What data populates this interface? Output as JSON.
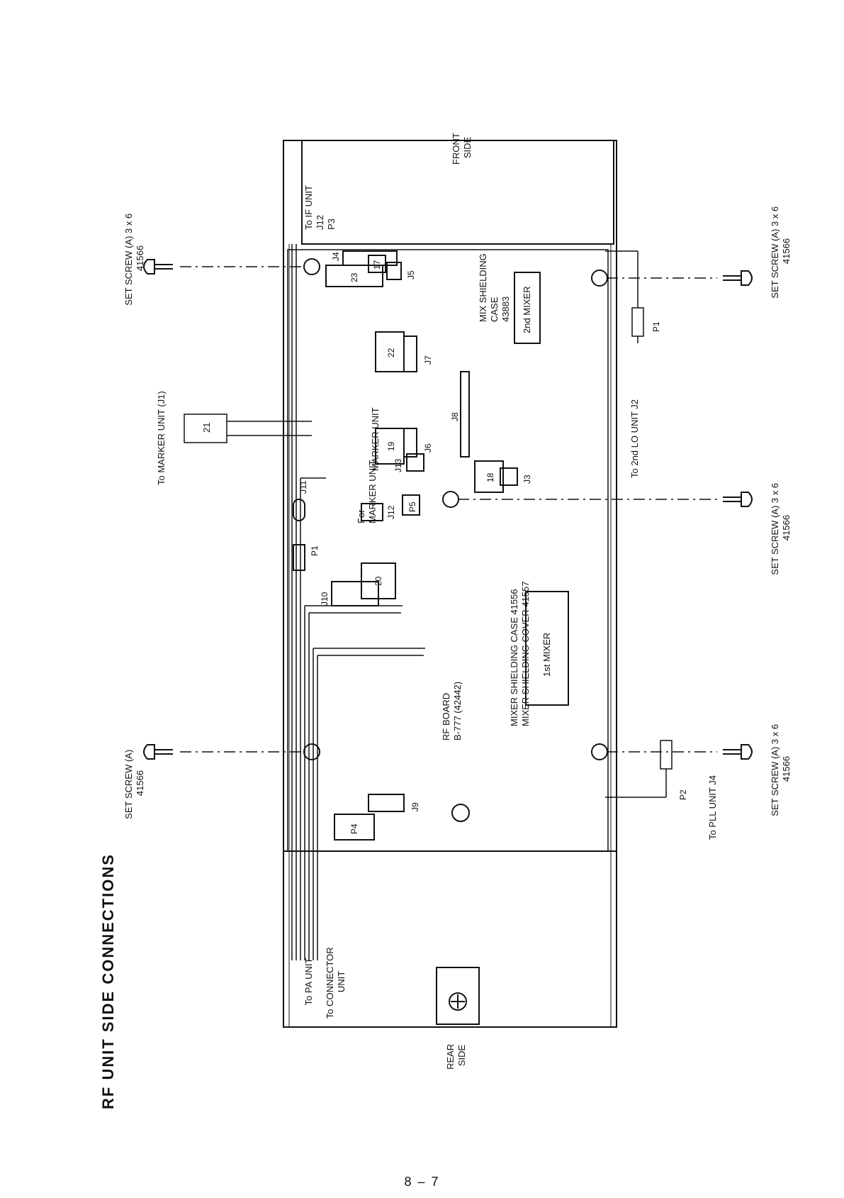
{
  "title": "RF UNIT SIDE CONNECTIONS",
  "page_number": "8 – 7",
  "sides": {
    "front": [
      "FRONT",
      "SIDE"
    ],
    "rear": [
      "REAR",
      "SIDE"
    ]
  },
  "screws": {
    "top_left": [
      "SET SCREW (A) 3 x 6",
      "41566"
    ],
    "bottom_left": [
      "SET SCREW (A)",
      "41566"
    ],
    "top_right": [
      "SET SCREW (A) 3 x 6",
      "41566"
    ],
    "mid_right": [
      "SET SCREW (A) 3 x 6",
      "41566"
    ],
    "bottom_right": [
      "SET SCREW (A) 3 x 6",
      "41566"
    ]
  },
  "labels": {
    "to_if_unit": [
      "To IF UNIT",
      "J12",
      "P3"
    ],
    "to_marker_unit_j1": "To MARKER UNIT (J1)",
    "marker_unit": "MARKER UNIT",
    "for_marker_unit": [
      "For",
      "MARKER UNIT"
    ],
    "to_2nd_lo": "To 2nd LO UNIT J2",
    "to_pll": "To PLL UNIT J4",
    "to_pa": "To PA UNIT",
    "to_connector": [
      "To CONNECTOR",
      "UNIT"
    ],
    "mix_shielding_case": [
      "MIX SHIELDING",
      "CASE",
      "43883"
    ],
    "mixer_shielding": [
      "MIXER SHIELDING CASE    41556",
      "MIXER SHIELDING COVER  41557"
    ],
    "rf_board": [
      "RF BOARD",
      "B-777 (42442)"
    ],
    "mixer_2nd": "2nd MIXER",
    "mixer_1st": "1st MIXER"
  },
  "connectors": {
    "n23": "23",
    "n22": "22",
    "n21": "21",
    "n20": "20",
    "n19": "19",
    "n18": "18",
    "n17": "17",
    "j3": "J3",
    "j4": "J4",
    "j5": "J5",
    "j6": "J6",
    "j7": "J7",
    "j8": "J8",
    "j9": "J9",
    "j10": "J10",
    "j11": "J11",
    "j12": "J12",
    "j13": "J13",
    "p1_top": "P1",
    "p1_bottom": "P1",
    "p2": "P2",
    "p4": "P4",
    "p5": "P5"
  }
}
